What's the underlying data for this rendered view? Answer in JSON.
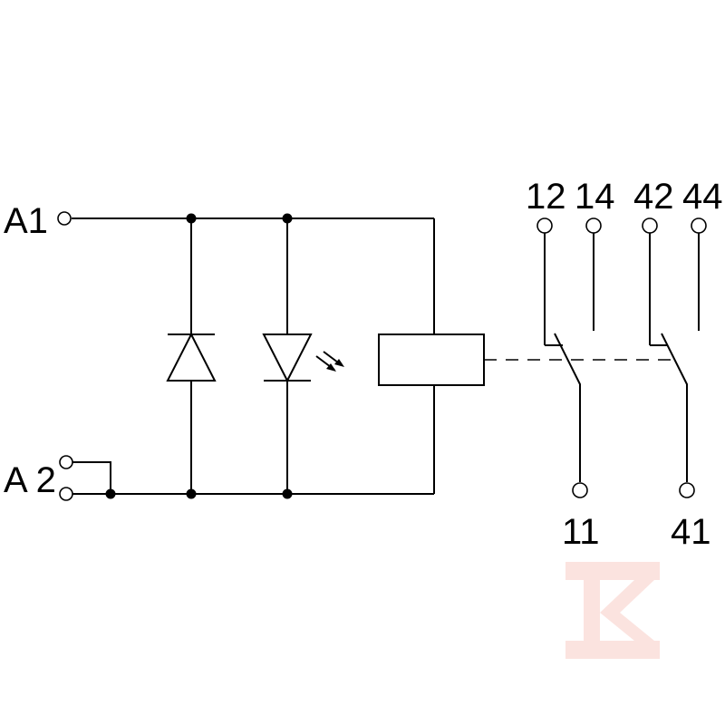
{
  "terminals": {
    "coil_a1": "A1",
    "coil_a2": "A 2",
    "contact_12": "12",
    "contact_14": "14",
    "contact_42": "42",
    "contact_44": "44",
    "contact_11": "11",
    "contact_41": "41"
  },
  "colors": {
    "line": "#000000",
    "background": "#ffffff",
    "watermark": "#fbe3df"
  }
}
